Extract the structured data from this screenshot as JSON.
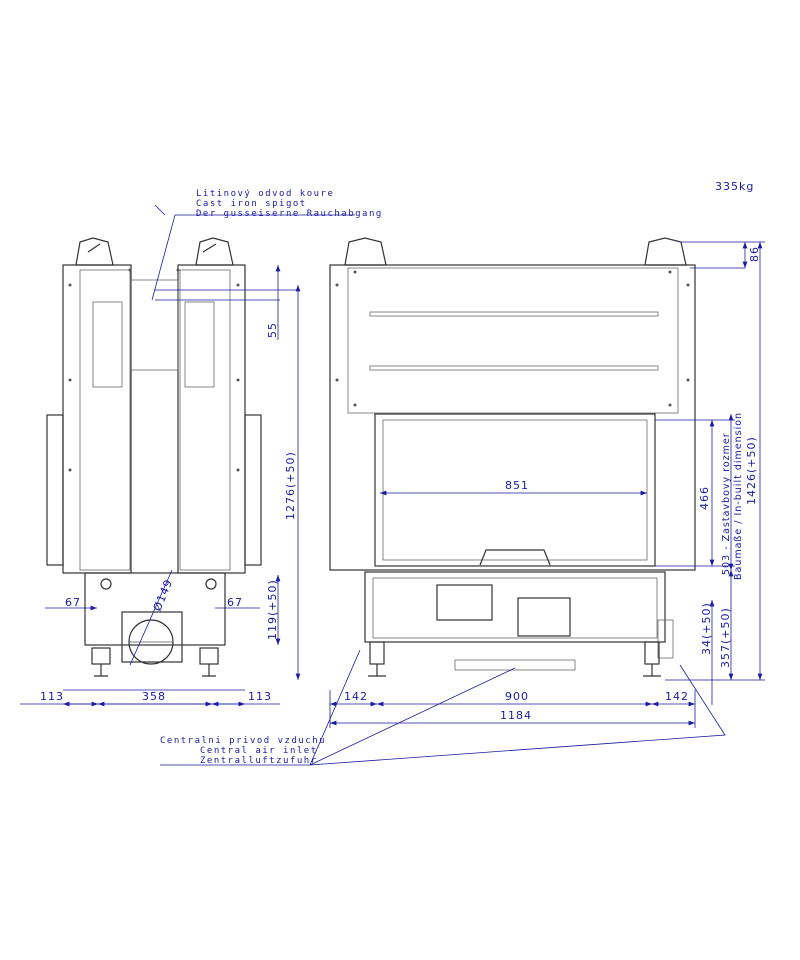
{
  "weight": "335kg",
  "notes": {
    "spigot": [
      "Litinový odvod koure",
      "Cast iron spigot",
      "Der gusseiserne Rauchabgang"
    ],
    "air_inlet": [
      "Centralni privod vzduchu",
      "Central air inlet",
      "Zentralluftzufuhr"
    ]
  },
  "side_view": {
    "dims": {
      "left_offset": "113",
      "body_depth": "358",
      "right_offset": "113",
      "side_left": "67",
      "side_right": "67",
      "pipe_diameter": "Ø149",
      "spigot_offset": "55",
      "height_total": "1276(+50)",
      "inlet_height": "119(+50)"
    }
  },
  "front_view": {
    "dims": {
      "side_left": "142",
      "inner_width": "900",
      "side_right": "142",
      "total_width": "1184",
      "glass_width": "851",
      "top_height": "86",
      "glass_height": "466",
      "inbuilt_label": "503 - Zastavbovy rozmer",
      "inbuilt_label2": "Baumaße / In-built dimension",
      "total_height": "1426(+50)",
      "base_height": "34(+50)",
      "base_height2": "357(+50)"
    }
  }
}
